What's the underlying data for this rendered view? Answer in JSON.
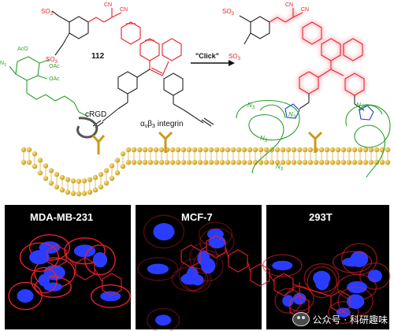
{
  "scheme": {
    "compound_number": "112",
    "reaction_label": "\"Click\"",
    "crgd_label": "cRGD",
    "integrin_label": "α",
    "integrin_sub_v": "v",
    "integrin_mid": "β",
    "integrin_sub_3": "3",
    "integrin_rest": " integrin",
    "sulfonate_label": "SO",
    "sulfonate_sub": "3",
    "linker_sub": "3",
    "azide_label": "N",
    "azide_sub": "3",
    "acetyl_label": "AcO",
    "acetyl_label2": "OAc",
    "nitrile_label": "CN"
  },
  "panels": [
    {
      "title": "MDA-MB-231"
    },
    {
      "title": "MCF-7"
    },
    {
      "title": "293T"
    }
  ],
  "watermark": {
    "text": "公众号 · 科研趣味"
  },
  "colors": {
    "red": "#e8202a",
    "green": "#2ca02c",
    "membrane": "#e0b43a",
    "membrane_dark": "#b08a1e",
    "nucleus": "#2a3cff",
    "panel_bg": "#000000"
  }
}
